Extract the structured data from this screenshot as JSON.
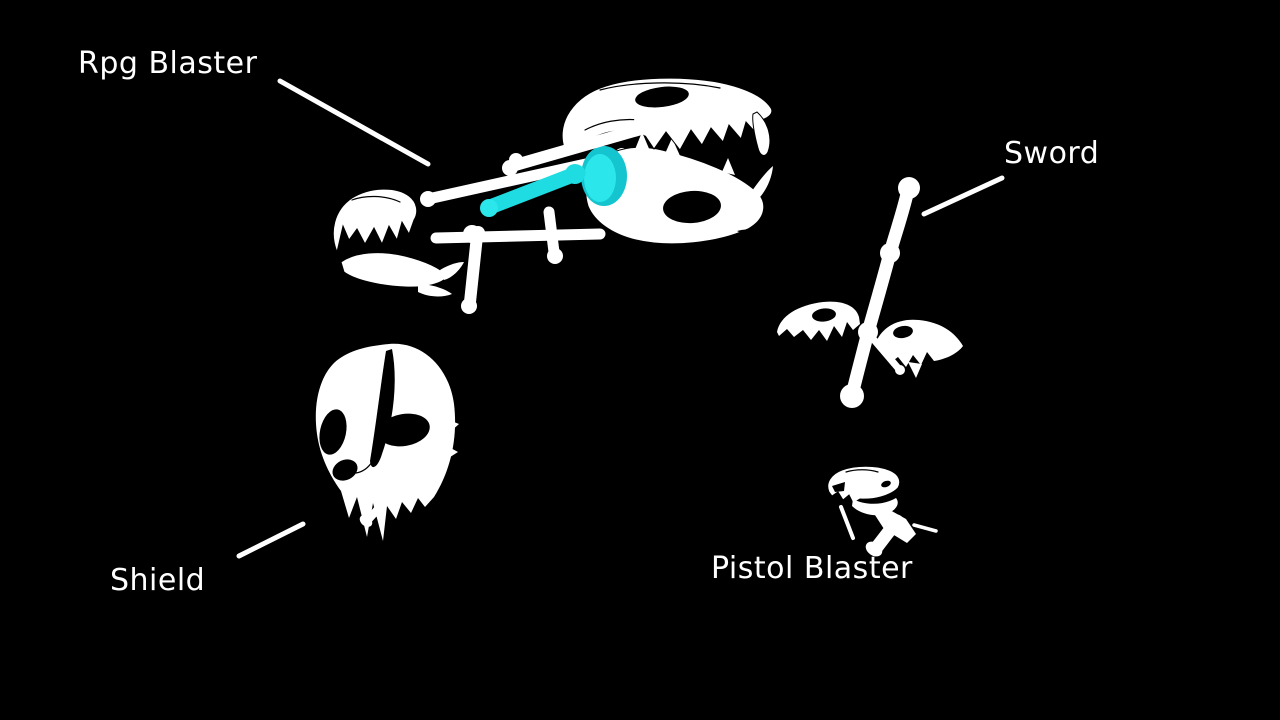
{
  "scene": {
    "colors": {
      "background": "#000000",
      "text": "#FFFFFF",
      "bone": "#FFFFFF",
      "energy": "#1EDCE1",
      "energy_bright": "#2BE6EA",
      "energy_dark": "#14C4CF"
    },
    "items": [
      {
        "name": "rpg-blaster",
        "label": "Rpg Blaster"
      },
      {
        "name": "sword",
        "label": "Sword"
      },
      {
        "name": "shield",
        "label": "Shield"
      },
      {
        "name": "pistol-blaster",
        "label": "Pistol Blaster"
      }
    ]
  }
}
